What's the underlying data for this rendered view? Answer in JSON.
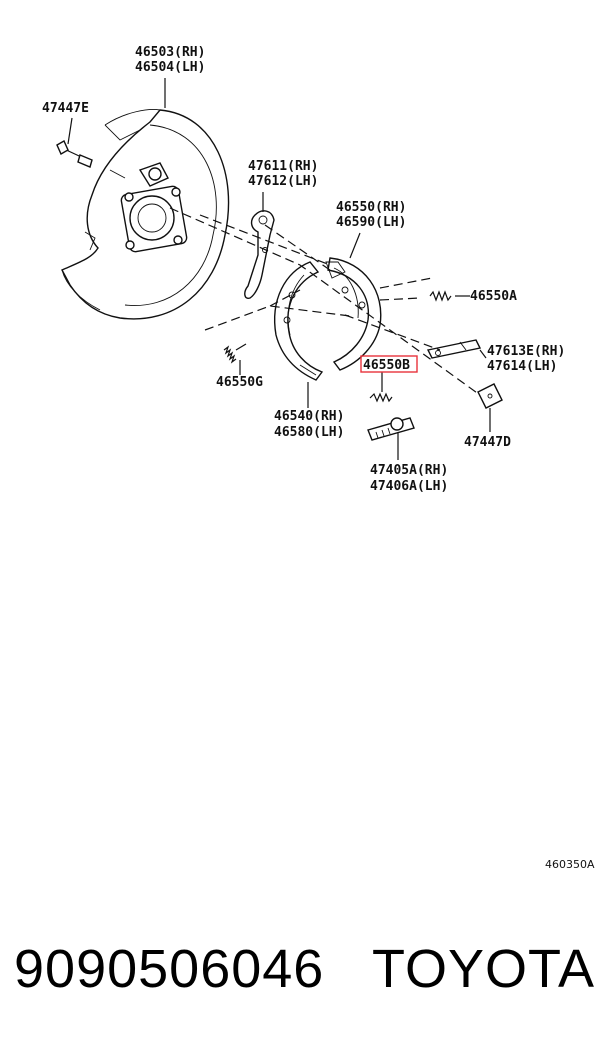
{
  "labels": {
    "l46503": "46503(RH)",
    "l46504": "46504(LH)",
    "l47447e": "47447E",
    "l47611": "47611(RH)",
    "l47612": "47612(LH)",
    "l46550": "46550(RH)",
    "l46590": "46590(LH)",
    "l46550a": "46550A",
    "l47613e": "47613E(RH)",
    "l47614": "47614(LH)",
    "l46550b": "46550B",
    "l46550g": "46550G",
    "l46540": "46540(RH)",
    "l46580": "46580(LH)",
    "l47447d": "47447D",
    "l47405a": "47405A(RH)",
    "l47406a": "47406A(LH)"
  },
  "diagram_code": "460350A",
  "footer": {
    "part_number": "9090506046",
    "brand": "TOYOTA"
  },
  "colors": {
    "highlight": "#e8323c",
    "ink": "#111111"
  }
}
